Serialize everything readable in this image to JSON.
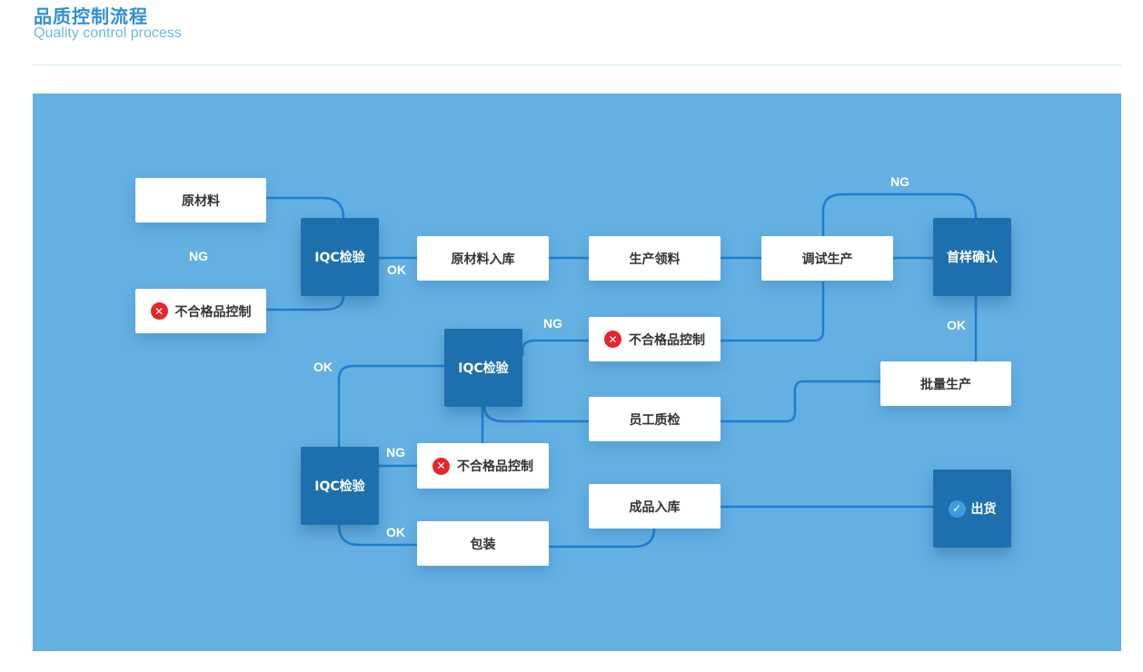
{
  "header": {
    "title": "品质控制流程",
    "subtitle": "Quality control process"
  },
  "diagram": {
    "nodes": {
      "raw_material": "原材料",
      "iqc1": "IQC检验",
      "unqualified1": "不合格品控制",
      "raw_storage": "原材料入库",
      "production_pick": "生产领料",
      "debug_production": "调试生产",
      "first_article": "首样确认",
      "unqualified2": "不合格品控制",
      "iqc2": "IQC检验",
      "mass_production": "批量生产",
      "staff_qc": "员工质检",
      "iqc3": "IQC检验",
      "unqualified3": "不合格品控制",
      "finished_storage": "成品入库",
      "packaging": "包装",
      "shipping": "出货"
    },
    "edge_labels": {
      "ng_iqc1": "NG",
      "ok_iqc1": "OK",
      "ng_first_article": "NG",
      "ok_first_article": "OK",
      "ng_iqc2": "NG",
      "ok_iqc2": "OK",
      "ng_iqc3": "NG",
      "ok_iqc3": "OK"
    }
  },
  "colors": {
    "panel_bg": "#64b0e3",
    "dark_node": "#1d70ad",
    "line": "#1f7fce",
    "title": "#2f8fd8",
    "error_icon": "#e4262b"
  },
  "icons": {
    "reject": "x-circle-icon",
    "ship": "check-circle-icon"
  }
}
